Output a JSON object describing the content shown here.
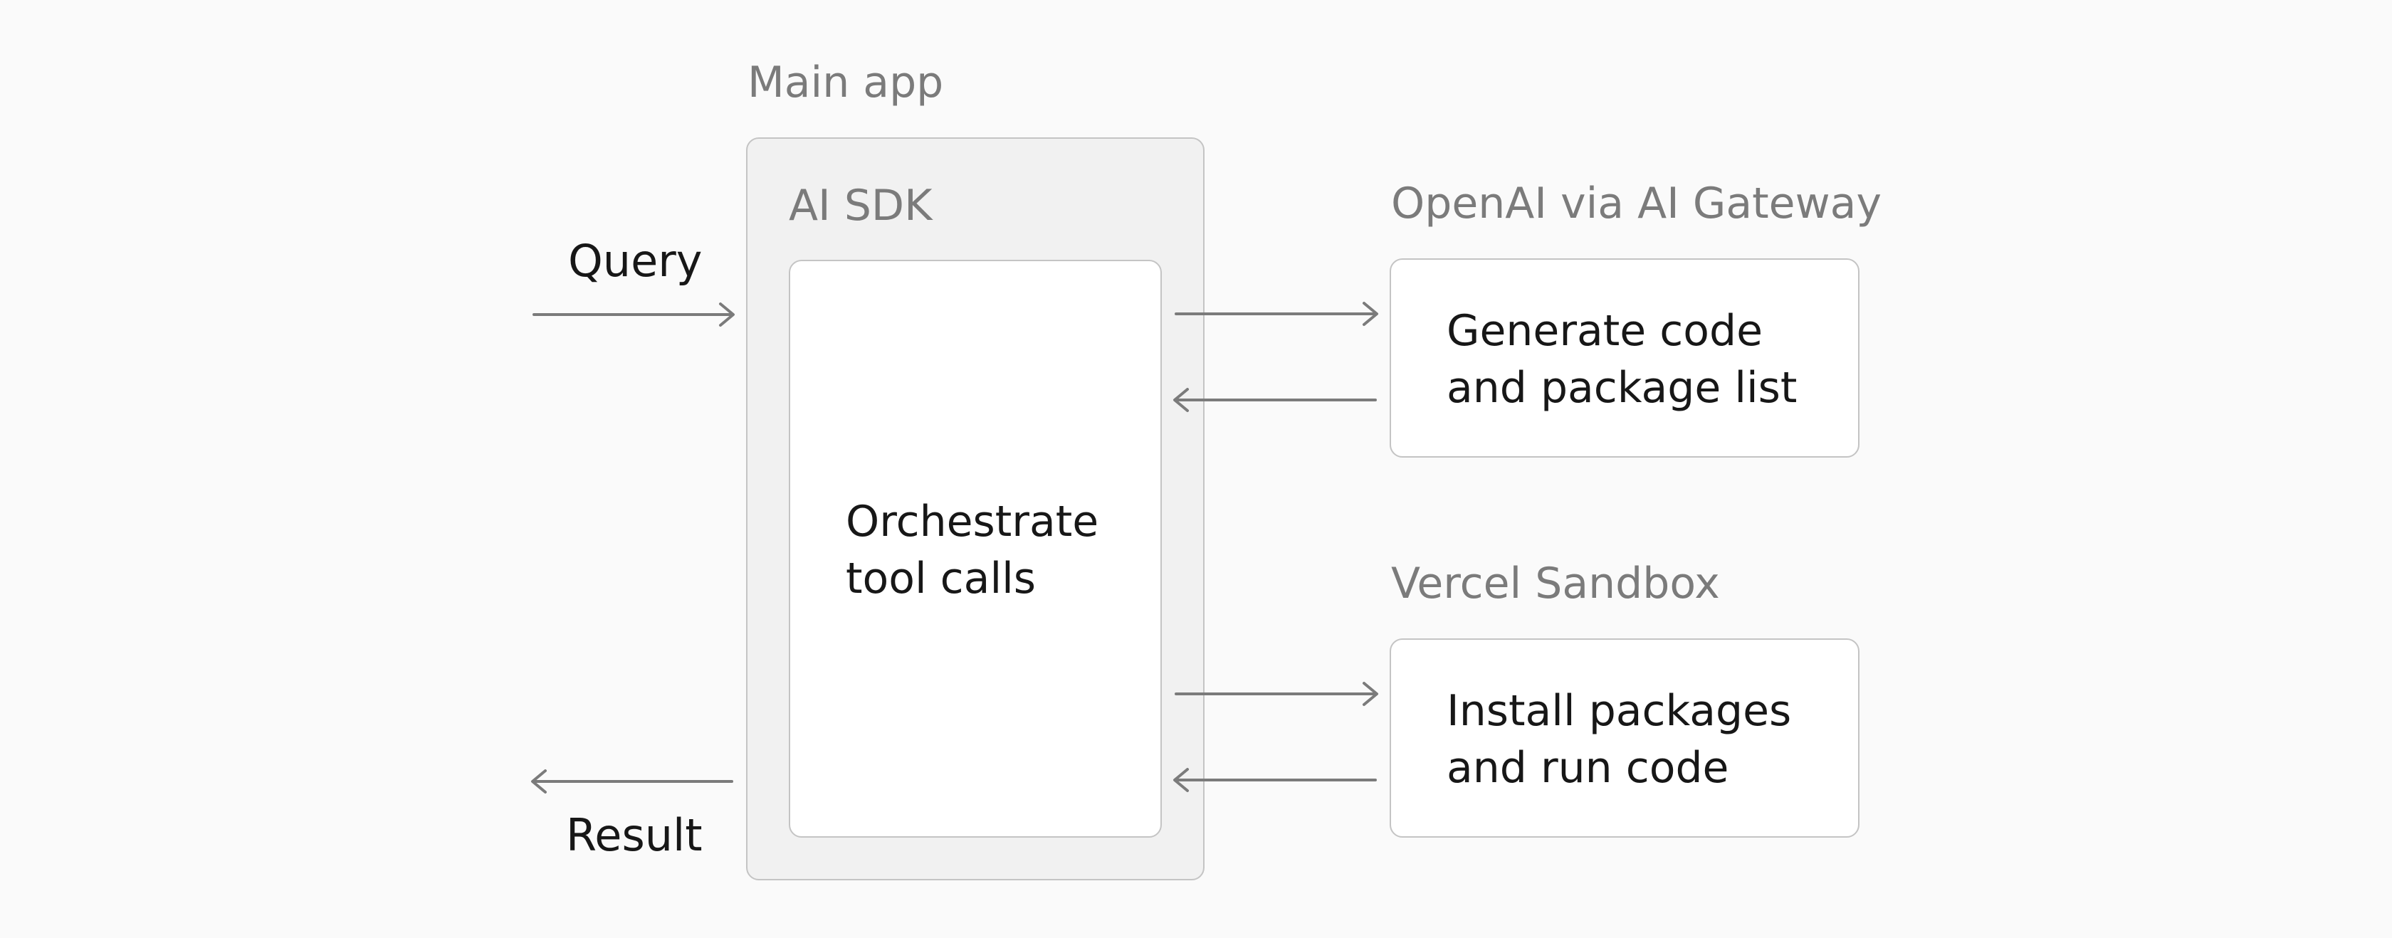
{
  "diagram": {
    "main_app_label": "Main app",
    "ai_sdk_label": "AI SDK",
    "orchestrator": {
      "line1": "Orchestrate",
      "line2": "tool calls"
    },
    "gateway_label": "OpenAI via AI Gateway",
    "gateway": {
      "line1": "Generate code",
      "line2": "and package list"
    },
    "sandbox_label": "Vercel Sandbox",
    "sandbox": {
      "line1": "Install packages",
      "line2": "and run code"
    },
    "query_label": "Query",
    "result_label": "Result"
  },
  "colors": {
    "background": "#fafafa",
    "outer_box_fill": "#f1f1f1",
    "inner_box_fill": "#ffffff",
    "border": "#c4c4c4",
    "arrow": "#7b7b7b",
    "muted_text": "#7b7b7b",
    "primary_text": "#171717"
  }
}
